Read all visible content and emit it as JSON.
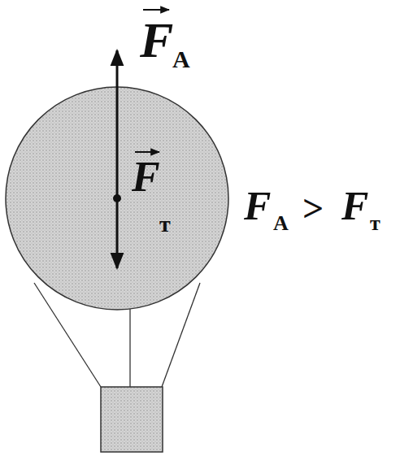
{
  "diagram": {
    "labels": [
      "F",
      "A",
      "F",
      "т",
      "F",
      "A",
      ">",
      "F",
      "т"
    ]
  }
}
